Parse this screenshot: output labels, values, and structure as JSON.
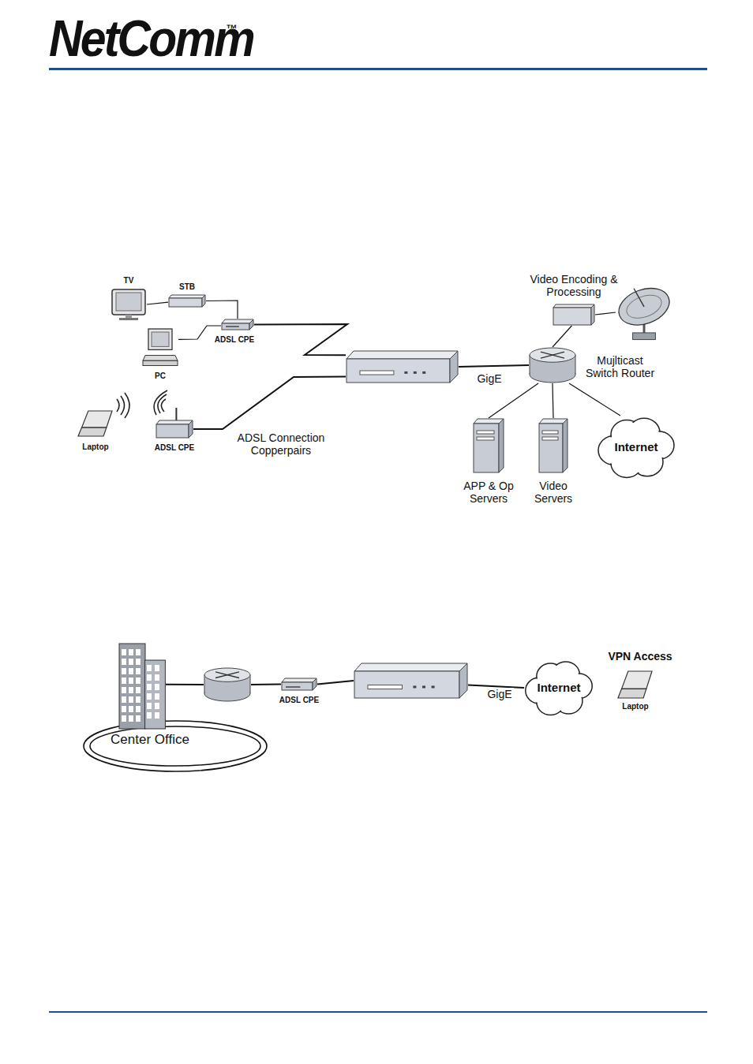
{
  "diagram": {
    "nodes": [
      {
        "text": [
          "TV"
        ]
      },
      {
        "text": [
          "STB"
        ]
      },
      {
        "text": [
          "PC"
        ]
      },
      {
        "text": [
          "ADSL CPE"
        ]
      },
      {
        "text": [
          "Laptop"
        ]
      },
      {
        "text": [
          "ADSL CPE"
        ]
      },
      {
        "text": []
      },
      {
        "text": [
          "Video Encoding & Processing"
        ]
      },
      {
        "text": []
      },
      {
        "text": [
          "Mujlticast Switch Router"
        ]
      },
      {
        "text": [
          "APP & Op Servers"
        ]
      },
      {
        "text": [
          "Video Servers"
        ]
      },
      {
        "text": [
          "Internet"
        ]
      },
      {
        "text": [
          "Center Office"
        ]
      },
      {
        "text": []
      },
      {
        "text": [
          "ADSL CPE"
        ]
      },
      {
        "text": []
      },
      {
        "text": [
          "Internet"
        ]
      },
      {
        "text": [
          "VPN Access",
          "Laptop"
        ]
      }
    ],
    "edges": [
      {
        "from": 0,
        "to": 1,
        "arrow": "none"
      },
      {
        "from": 1,
        "to": 3,
        "arrow": "none"
      },
      {
        "from": 2,
        "to": 3,
        "arrow": "none"
      },
      {
        "from": 3,
        "to": 6,
        "arrow": "none"
      },
      {
        "from": 5,
        "to": 6,
        "label": "ADSL Connection Copperpairs",
        "arrow": "none"
      },
      {
        "from": 6,
        "to": 9,
        "label": "GigE",
        "arrow": "none"
      },
      {
        "from": 9,
        "to": 7,
        "arrow": "none"
      },
      {
        "from": 7,
        "to": 8,
        "arrow": "none"
      },
      {
        "from": 9,
        "to": 10,
        "arrow": "none"
      },
      {
        "from": 9,
        "to": 11,
        "arrow": "none"
      },
      {
        "from": 9,
        "to": 12,
        "arrow": "none"
      },
      {
        "from": 13,
        "to": 14,
        "arrow": "none"
      },
      {
        "from": 14,
        "to": 15,
        "arrow": "none"
      },
      {
        "from": 15,
        "to": 16,
        "arrow": "none"
      },
      {
        "from": 16,
        "to": 17,
        "label": "GigE",
        "arrow": "none"
      }
    ],
    "labels": [
      "NetComm",
      "™"
    ]
  }
}
